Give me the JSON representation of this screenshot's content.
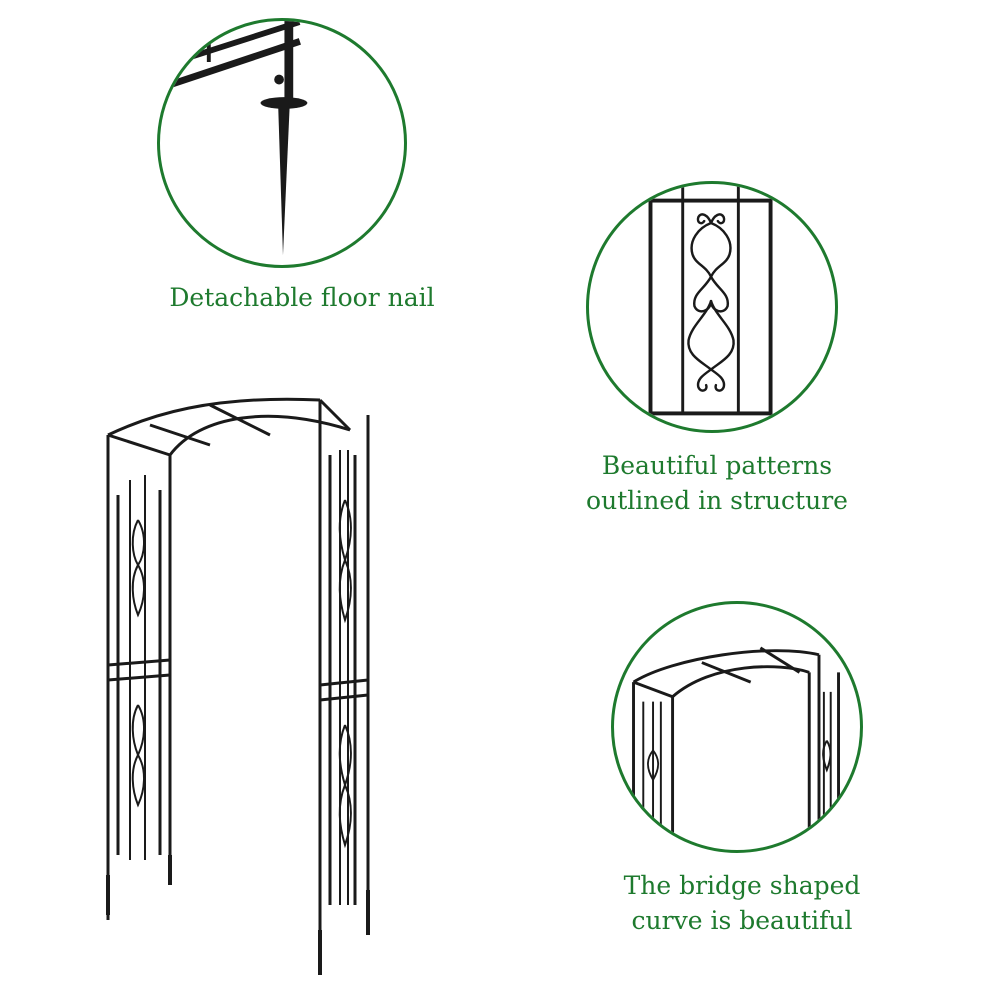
{
  "colors": {
    "accent": "#1e7a2e",
    "metal": "#1a1a1a"
  },
  "features": [
    {
      "icon": "floor-nail-closeup",
      "caption_lines": [
        "Detachable floor nail"
      ]
    },
    {
      "icon": "pattern-panel-closeup",
      "caption_lines": [
        "Beautiful patterns",
        "outlined in structure"
      ]
    },
    {
      "icon": "arch-curve-closeup",
      "caption_lines": [
        "The bridge shaped",
        "curve is beautiful"
      ]
    }
  ]
}
